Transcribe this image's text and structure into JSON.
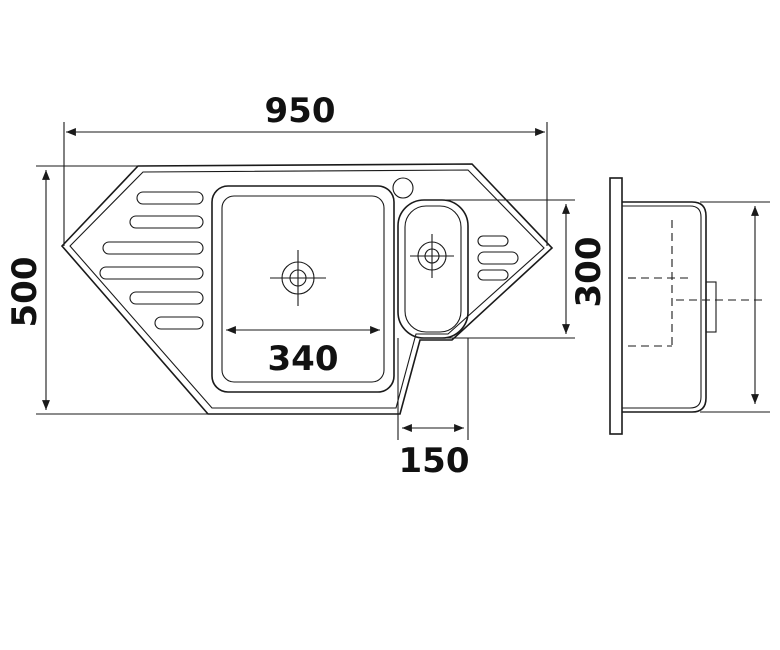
{
  "dimensions": {
    "overall_width": "950",
    "overall_depth": "500",
    "main_bowl_width": "340",
    "small_bowl_depth": "300",
    "small_bowl_width": "150"
  }
}
